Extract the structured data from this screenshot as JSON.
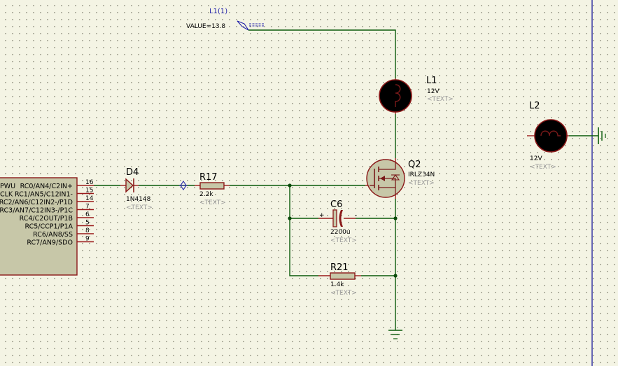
{
  "probe": {
    "name": "L1(1)",
    "value": "VALUE=13.8"
  },
  "mcu": {
    "pins": [
      {
        "label": "RC0/AN4/C2IN+",
        "num": "16"
      },
      {
        "label": "RC1/AN5/C12IN1-",
        "num": "15"
      },
      {
        "label": "RC2/AN6/C12IN2-/P1D",
        "num": "14"
      },
      {
        "label": "RC3/AN7/C12IN3-/P1C",
        "num": "7"
      },
      {
        "label": "RC4/C2OUT/P1B",
        "num": "6"
      },
      {
        "label": "RC5/CCP1/P1A",
        "num": "5"
      },
      {
        "label": "RC6/AN8/SS",
        "num": "8"
      },
      {
        "label": "RC7/AN9/SDO",
        "num": "9"
      }
    ],
    "left_labels": [
      "PWU",
      "CLK"
    ]
  },
  "components": {
    "d4": {
      "ref": "D4",
      "value": "1N4148",
      "text": "<TEXT>"
    },
    "r17": {
      "ref": "R17",
      "value": "2.2k",
      "text": "<TEXT>"
    },
    "l1": {
      "ref": "L1",
      "value": "12V",
      "text": "<TEXT>"
    },
    "l2": {
      "ref": "L2",
      "value": "12V",
      "text": "<TEXT>"
    },
    "q2": {
      "ref": "Q2",
      "value": "IRLZ34N",
      "text": "<TEXT>"
    },
    "c6": {
      "ref": "C6",
      "value": "2200u",
      "text": "<TEXT>",
      "plus": "+",
      "minus": "-"
    },
    "r21": {
      "ref": "R21",
      "value": "1.4k",
      "text": "<TEXT>"
    }
  },
  "colors": {
    "wire": "#0a5a0a",
    "pin": "#9a1a1a",
    "body": "#c7c7a8",
    "sheet": "#f4f4e4",
    "probe": "#2222aa"
  }
}
